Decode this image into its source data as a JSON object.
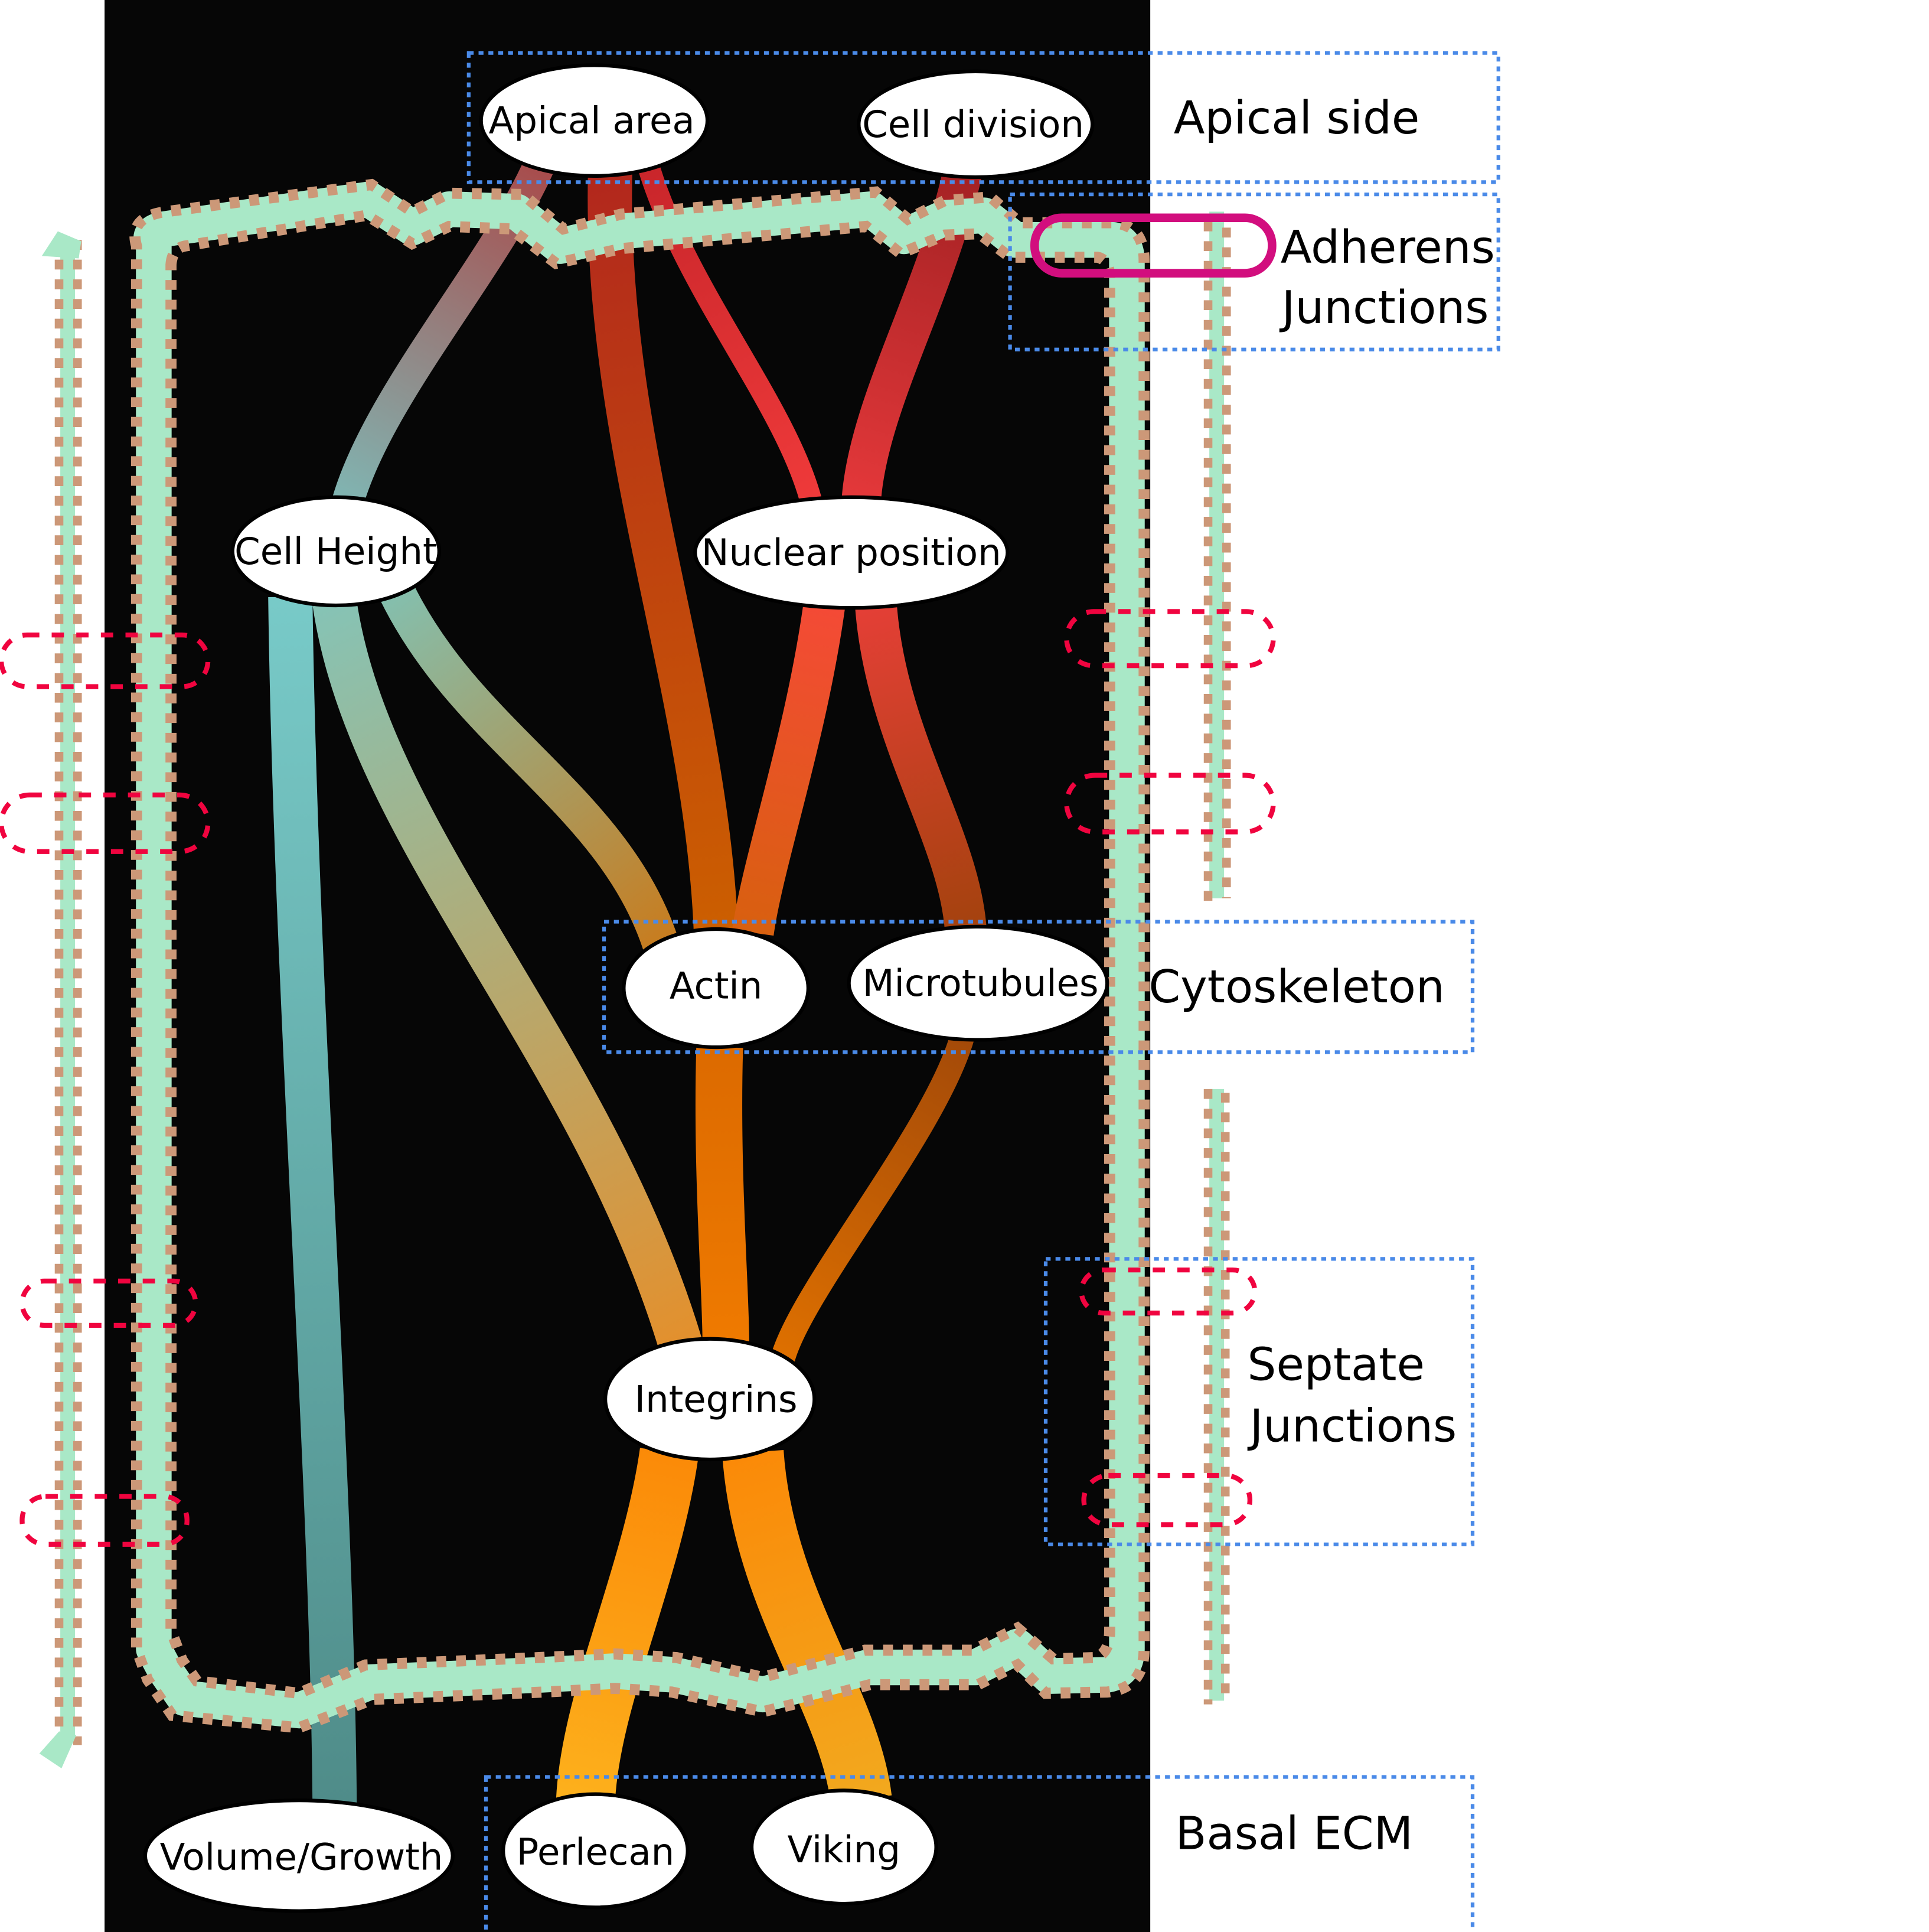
{
  "diagram": {
    "title": "",
    "nodes": [
      {
        "id": "apical_area",
        "label": "Apical area"
      },
      {
        "id": "cell_division",
        "label": "Cell division"
      },
      {
        "id": "cell_height",
        "label": "Cell Height"
      },
      {
        "id": "nuclear_position",
        "label": "Nuclear position"
      },
      {
        "id": "actin",
        "label": "Actin"
      },
      {
        "id": "microtubules",
        "label": "Microtubules"
      },
      {
        "id": "integrins",
        "label": "Integrins"
      },
      {
        "id": "volume_growth",
        "label": "Volume/Growth"
      },
      {
        "id": "perlecan",
        "label": "Perlecan"
      },
      {
        "id": "viking",
        "label": "Viking"
      }
    ],
    "edges": [
      {
        "from": "apical_area",
        "to": "cell_height",
        "color_from": "#a84c4c",
        "color_to": "#7fb8b5"
      },
      {
        "from": "apical_area",
        "to": "actin",
        "color_from": "#b2271d",
        "color_to": "#cc5f00"
      },
      {
        "from": "apical_area",
        "to": "nuclear_position",
        "color_from": "#c9262b",
        "color_to": "#ef3a3a"
      },
      {
        "from": "cell_division",
        "to": "nuclear_position",
        "color_from": "#a52224",
        "color_to": "#e4383a"
      },
      {
        "from": "cell_height",
        "to": "volume_growth",
        "color_from": "#78cac8",
        "color_to": "#4f8c89"
      },
      {
        "from": "cell_height",
        "to": "integrins",
        "color_from": "#86c3b5",
        "color_to": "#e3902d"
      },
      {
        "from": "cell_height",
        "to": "actin",
        "color_from": "#84bfae",
        "color_to": "#c87c1e"
      },
      {
        "from": "nuclear_position",
        "to": "actin",
        "color_from": "#f44a36",
        "color_to": "#d8600f"
      },
      {
        "from": "nuclear_position",
        "to": "microtubules",
        "color_from": "#e43f36",
        "color_to": "#a4420e"
      },
      {
        "from": "actin",
        "to": "integrins",
        "color_from": "#dc6a00",
        "color_to": "#ef7a00"
      },
      {
        "from": "microtubules",
        "to": "integrins",
        "color_from": "#a44a08",
        "color_to": "#de7000"
      },
      {
        "from": "integrins",
        "to": "perlecan",
        "color_from": "#fb8a08",
        "color_to": "#fdb01c"
      },
      {
        "from": "integrins",
        "to": "viking",
        "color_from": "#fb8a08",
        "color_to": "#f2a81e"
      }
    ],
    "regions": [
      {
        "id": "apical_side",
        "lines": [
          "Apical side"
        ]
      },
      {
        "id": "adherens_junctions",
        "lines": [
          "Adherens",
          "Junctions"
        ]
      },
      {
        "id": "cytoskeleton",
        "lines": [
          "Cytoskeleton"
        ]
      },
      {
        "id": "septate_junctions",
        "lines": [
          "Septate",
          "Junctions"
        ]
      },
      {
        "id": "basal_ecm",
        "lines": [
          "Basal ECM"
        ]
      }
    ],
    "colors": {
      "cell_background": "#060606",
      "membrane_fill": "#a9e8c7",
      "membrane_dots": "#cc9878",
      "region_box": "#4a8ae8",
      "septate_loop": "#f0043f",
      "adherens_loop": "#d20e7e",
      "node_fill": "#ffffff",
      "node_stroke": "#000000"
    }
  }
}
